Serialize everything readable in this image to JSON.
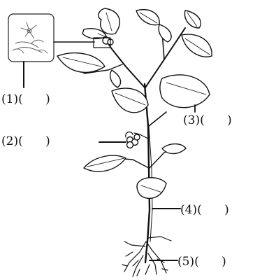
{
  "labels": {
    "l1": "(1)(      )",
    "l2": "(2)(      )",
    "l3": "(3)(      )",
    "l4": "(4)(      )",
    "l5": "(5)(      )"
  },
  "colors": {
    "ink": "#111111",
    "fill": "#ffffff",
    "inset_border": "#222222"
  }
}
